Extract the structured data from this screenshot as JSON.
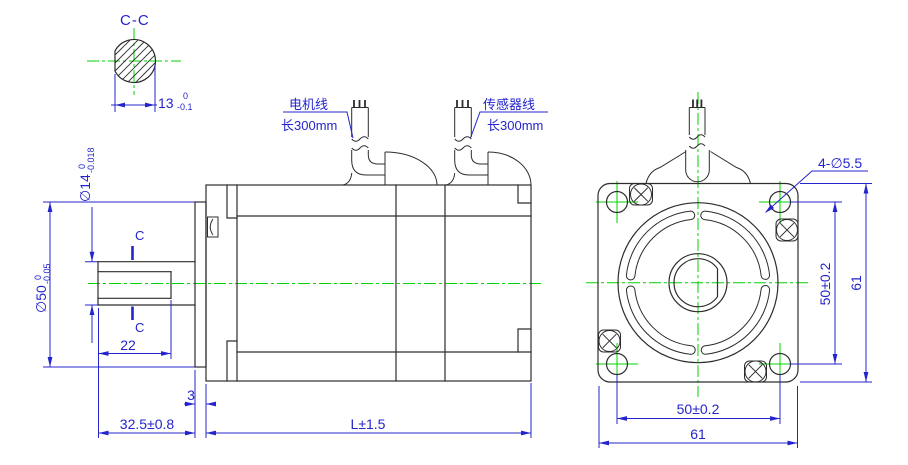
{
  "section_view": {
    "title": "C-C",
    "dim_across_flat": {
      "value": "13",
      "tol_upper": "0",
      "tol_lower": "-0.1"
    }
  },
  "side_view": {
    "section_mark_top": "C",
    "section_mark_bottom": "C",
    "dim_shaft_diameter": {
      "value": "∅14",
      "tol_upper": "0",
      "tol_lower": "-0.018"
    },
    "dim_pilot_diameter": {
      "value": "∅50",
      "tol_upper": "0",
      "tol_lower": "-0.05"
    },
    "dim_flat_length": "22",
    "dim_pilot_height": "3",
    "dim_shaft_extension": "32.5±0.8",
    "dim_body_length": "L±1.5",
    "motor_cable_label": "电机线",
    "motor_cable_length": "长300mm",
    "sensor_cable_label": "传感器线",
    "sensor_cable_length": "长300mm"
  },
  "front_view": {
    "dim_mounting_holes": "4-∅5.5",
    "dim_hole_spacing_vertical": "50±0.2",
    "dim_frame_height": "61",
    "dim_hole_spacing_horizontal": "50±0.2",
    "dim_frame_width": "61"
  },
  "colors": {
    "outline": "#2d2d2d",
    "dimension": "#2424cc",
    "centerline": "#00d400",
    "background": "#ffffff"
  }
}
